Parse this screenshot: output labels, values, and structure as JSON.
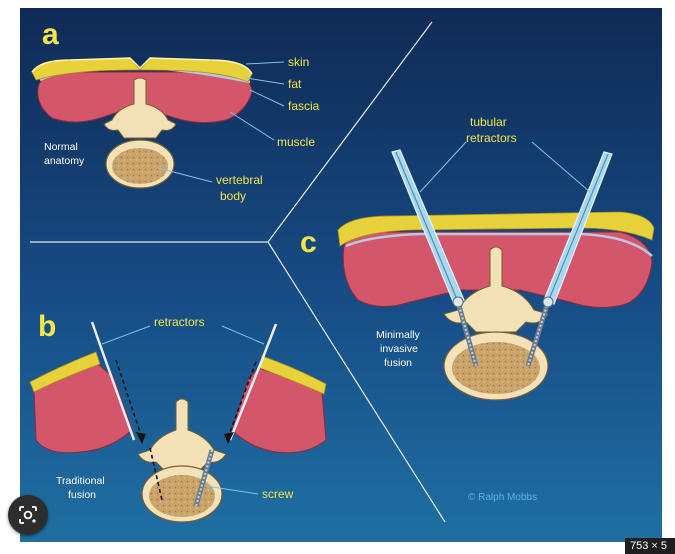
{
  "panels": {
    "a": {
      "letter": "a",
      "caption": [
        "Normal",
        "anatomy"
      ]
    },
    "b": {
      "letter": "b",
      "caption": [
        "Traditional",
        "fusion"
      ]
    },
    "c": {
      "letter": "c",
      "caption": [
        "Minimally",
        "invasive",
        "fusion"
      ]
    }
  },
  "labels": {
    "skin": "skin",
    "fat": "fat",
    "fascia": "fascia",
    "muscle": "muscle",
    "vertebral_body": [
      "vertebral",
      "body"
    ],
    "retractors": "retractors",
    "screw": "screw",
    "tubular_retractors": [
      "tubular",
      "retractors"
    ]
  },
  "copyright": "© Ralph Mobbs",
  "image_size_badge": "753 × 5",
  "colors": {
    "background_top": "#0f2a55",
    "background_bottom": "#1f6fa3",
    "label": "#f2e64a",
    "fat": "#e8d23c",
    "muscle": "#d4566a",
    "bone": "#f3e2b8",
    "marrow": "#c9a36a",
    "tube": "#a9d8ee",
    "copyright": "#5fb0e6"
  }
}
